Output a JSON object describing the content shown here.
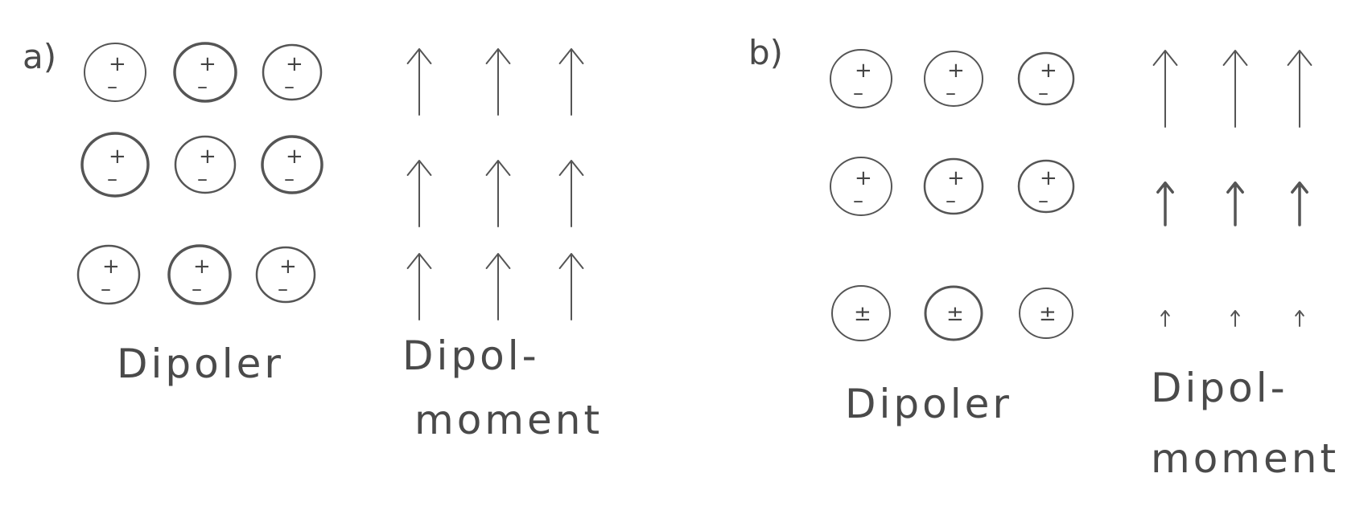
{
  "panels": [
    {
      "id": "a",
      "label": "a)",
      "dipole_caption": "Dipoler",
      "moment_caption_line1": "Dipol-",
      "moment_caption_line2": "moment",
      "rows": [
        {
          "dipoles": [
            {
              "plus": "+",
              "minus": "–"
            },
            {
              "plus": "+",
              "minus": "–"
            },
            {
              "plus": "+",
              "minus": "–"
            }
          ],
          "moment_magnitude": 1.0
        },
        {
          "dipoles": [
            {
              "plus": "+",
              "minus": "–"
            },
            {
              "plus": "+",
              "minus": "–"
            },
            {
              "plus": "+",
              "minus": "–"
            }
          ],
          "moment_magnitude": 1.0
        },
        {
          "dipoles": [
            {
              "plus": "+",
              "minus": "–"
            },
            {
              "plus": "+",
              "minus": "–"
            },
            {
              "plus": "+",
              "minus": "–"
            }
          ],
          "moment_magnitude": 1.0
        }
      ]
    },
    {
      "id": "b",
      "label": "b)",
      "dipole_caption": "Dipoler",
      "moment_caption_line1": "Dipol-",
      "moment_caption_line2": "moment",
      "rows": [
        {
          "dipoles": [
            {
              "plus": "+",
              "minus": "–"
            },
            {
              "plus": "+",
              "minus": "–"
            },
            {
              "plus": "+",
              "minus": "–"
            }
          ],
          "moment_magnitude": 1.0
        },
        {
          "dipoles": [
            {
              "plus": "+",
              "minus": "–"
            },
            {
              "plus": "+",
              "minus": "–"
            },
            {
              "plus": "+",
              "minus": "–"
            }
          ],
          "moment_magnitude": 0.55
        },
        {
          "dipoles": [
            {
              "plus": "±",
              "minus": ""
            },
            {
              "plus": "±",
              "minus": ""
            },
            {
              "plus": "±",
              "minus": ""
            }
          ],
          "moment_magnitude": 0.2
        }
      ]
    }
  ]
}
